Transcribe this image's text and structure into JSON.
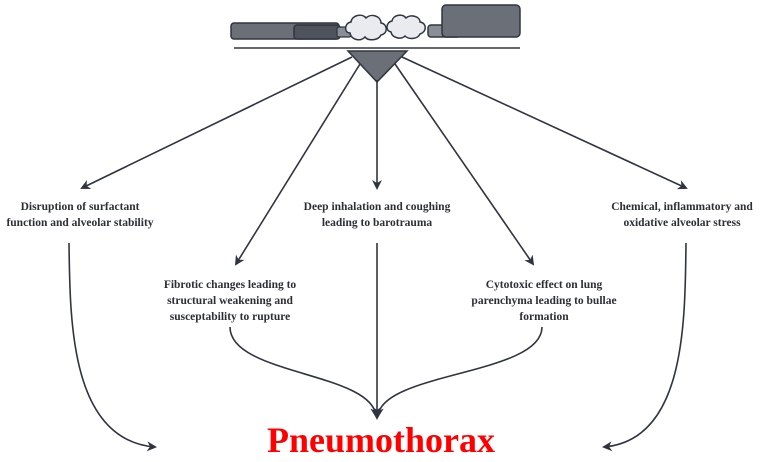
{
  "title": "Pneumothorax",
  "causes": {
    "surfactant": [
      "Disruption of surfactant",
      "function and alveolar stability"
    ],
    "barotrauma": [
      "Deep inhalation and coughing",
      "leading to barotrauma"
    ],
    "oxidative": [
      "Chemical, inflammatory and",
      "oxidative alveolar stress"
    ],
    "fibrotic": [
      "Fibrotic changes leading to",
      "structural weakening and",
      "susceptability to rupture"
    ],
    "cytotoxic": [
      "Cytotoxic effect on lung",
      "parenchyma leading to bullae",
      "formation"
    ]
  },
  "colors": {
    "title": "#ff0000",
    "arrow": "#2f3540",
    "device_fill": "#6b6f78",
    "smoke_fill": "#e9ebee"
  },
  "icons": [
    "cigarette-vape-icon",
    "smoke-cloud-icon",
    "funnel-triangle-icon"
  ]
}
